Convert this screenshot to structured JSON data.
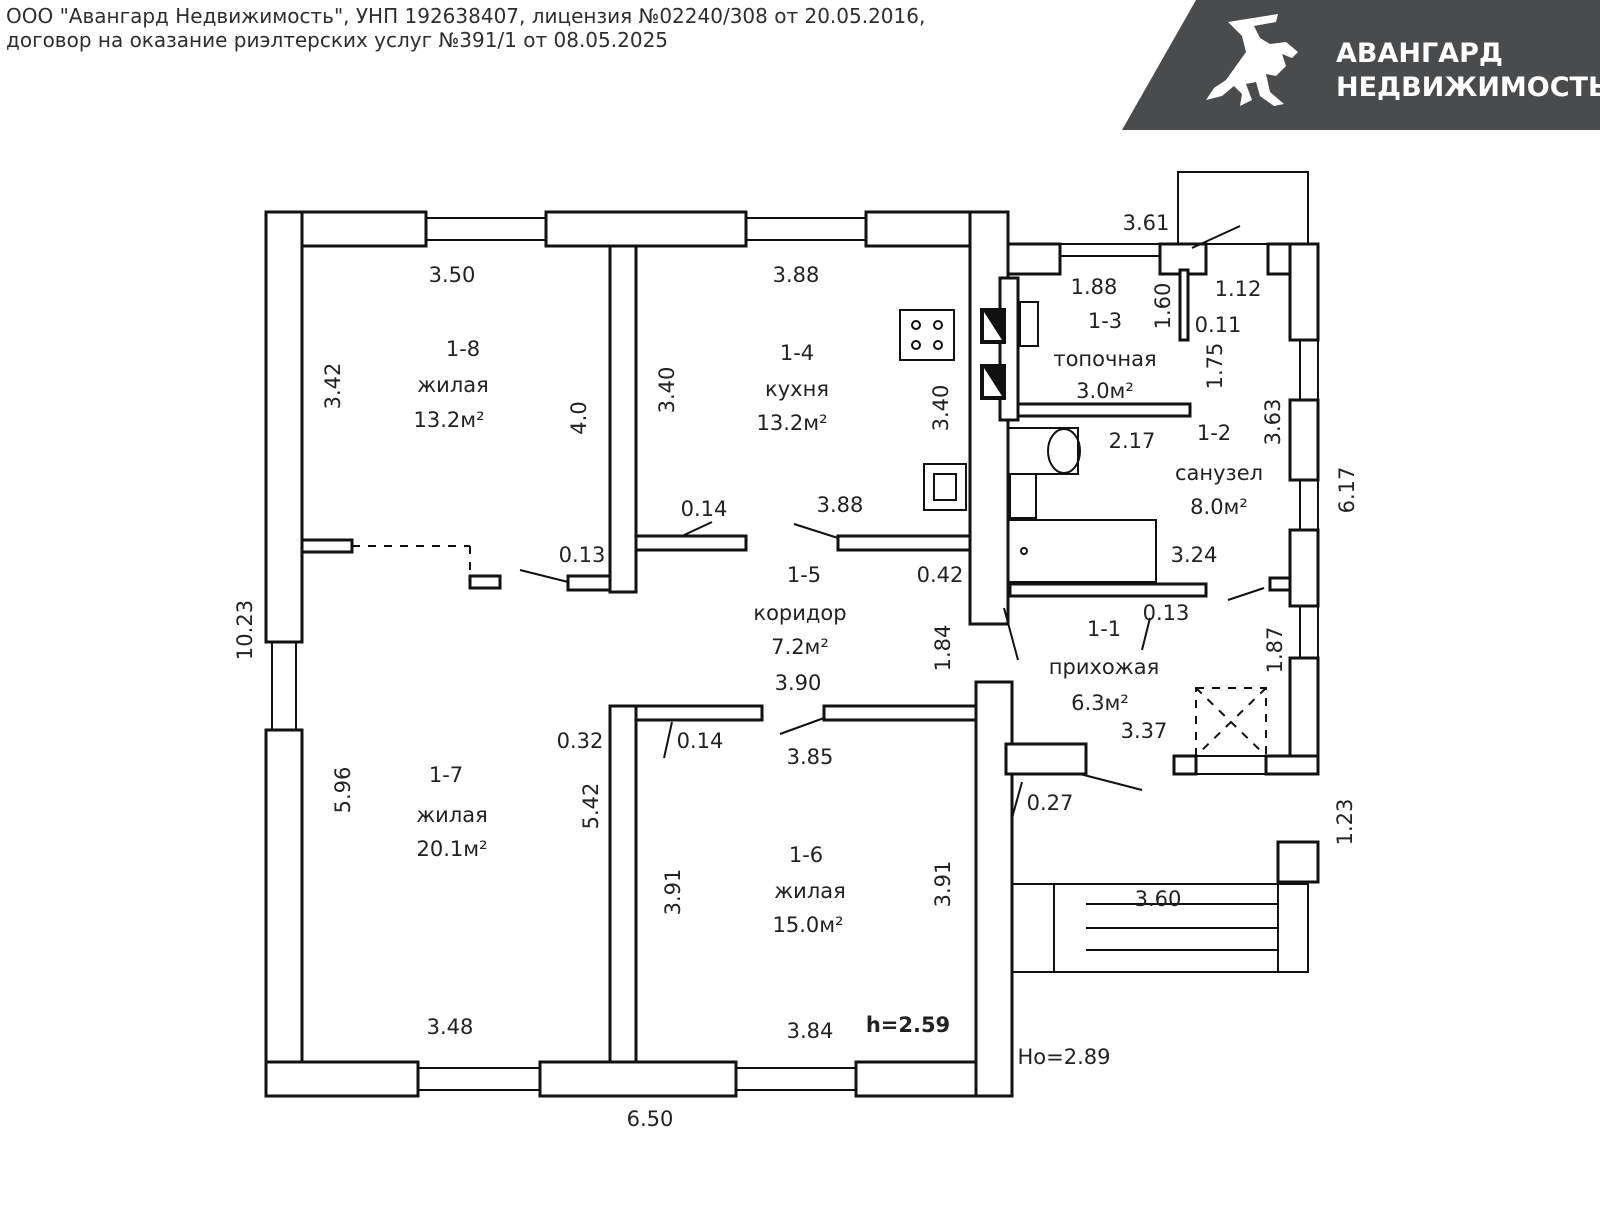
{
  "header": {
    "line1": "ООО \"Авангард Недвижимость\", УНП 192638407, лицензия №02240/308 от 20.05.2016,",
    "line2": "договор на оказание риэлтерских услуг №391/1 от 08.05.2025"
  },
  "logo": {
    "line1": "АВАНГАРД",
    "line2": "НЕДВИЖИМОСТЬ",
    "icon": "knight-horse-icon",
    "bg_color": "#4a4b4d"
  },
  "rooms": {
    "r18": {
      "num": "1-8",
      "type": "жилая",
      "area": "13.2м²"
    },
    "r14": {
      "num": "1-4",
      "type": "кухня",
      "area": "13.2м²"
    },
    "r13": {
      "num": "1-3",
      "type": "топочная",
      "area": "3.0м²"
    },
    "r12": {
      "num": "1-2",
      "type": "санузел",
      "area": "8.0м²"
    },
    "r15": {
      "num": "1-5",
      "type": "коридор",
      "area": "7.2м²"
    },
    "r11": {
      "num": "1-1",
      "type": "прихожая",
      "area": "6.3м²"
    },
    "r17": {
      "num": "1-7",
      "type": "жилая",
      "area": "20.1м²"
    },
    "r16": {
      "num": "1-6",
      "type": "жилая",
      "area": "15.0м²"
    }
  },
  "dims": {
    "d350": "3.50",
    "d388a": "3.88",
    "d342": "3.42",
    "d40": "4.0",
    "d340a": "3.40",
    "d340b": "3.40",
    "d361": "3.61",
    "d188": "1.88",
    "d160": "1.60",
    "d112": "1.12",
    "d011": "0.11",
    "d175": "1.75",
    "d217": "2.17",
    "d363": "3.63",
    "d617": "6.17",
    "d014a": "0.14",
    "d388b": "3.88",
    "d013a": "0.13",
    "d042": "0.42",
    "d324": "3.24",
    "d013b": "0.13",
    "d184": "1.84",
    "d187": "1.87",
    "d390": "3.90",
    "d1023": "10.23",
    "d032": "0.32",
    "d014b": "0.14",
    "d385": "3.85",
    "d337": "3.37",
    "d596": "5.96",
    "d542": "5.42",
    "d027": "0.27",
    "d123": "1.23",
    "d391a": "3.91",
    "d391b": "3.91",
    "d360": "3.60",
    "d348": "3.48",
    "d384": "3.84",
    "h": "h=2.59",
    "ho": "Ho=2.89",
    "d650": "6.50"
  }
}
